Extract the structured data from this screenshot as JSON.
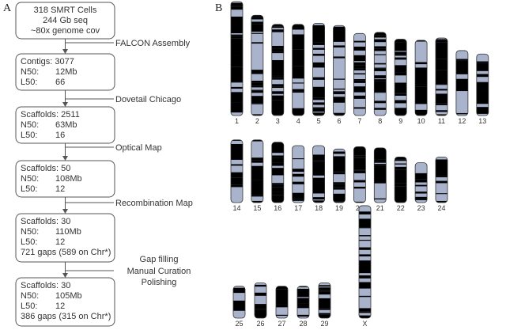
{
  "panels": {
    "a_letter": "A",
    "b_letter": "B"
  },
  "pipeline": {
    "boxes": [
      {
        "lines": [
          {
            "label": "318 SMRT Cells",
            "value": ""
          },
          {
            "label": "244 Gb seq",
            "value": ""
          },
          {
            "label": "~80x genome cov",
            "value": ""
          }
        ],
        "centered": true
      },
      {
        "lines": [
          {
            "label": "Contigs: 3077",
            "value": ""
          },
          {
            "label": "N50:",
            "value": "12Mb"
          },
          {
            "label": "L50:",
            "value": "66"
          }
        ],
        "centered": false
      },
      {
        "lines": [
          {
            "label": "Scaffolds: 2511",
            "value": ""
          },
          {
            "label": "N50:",
            "value": "63Mb"
          },
          {
            "label": "L50:",
            "value": "16"
          }
        ],
        "centered": false
      },
      {
        "lines": [
          {
            "label": "Scaffolds: 50",
            "value": ""
          },
          {
            "label": "N50:",
            "value": "108Mb"
          },
          {
            "label": "L50:",
            "value": "12"
          }
        ],
        "centered": false
      },
      {
        "lines": [
          {
            "label": "Scaffolds: 30",
            "value": ""
          },
          {
            "label": "N50:",
            "value": "110Mb"
          },
          {
            "label": "L50:",
            "value": "12"
          },
          {
            "label": "721 gaps (589 on Chr*)",
            "value": ""
          }
        ],
        "centered": false
      },
      {
        "lines": [
          {
            "label": "Scaffolds: 30",
            "value": ""
          },
          {
            "label": "N50:",
            "value": "105Mb"
          },
          {
            "label": "L50:",
            "value": "12"
          },
          {
            "label": "386 gaps (315 on Chr*)",
            "value": ""
          }
        ],
        "centered": false
      }
    ],
    "steps": [
      {
        "lines": [
          "FALCON Assembly"
        ]
      },
      {
        "lines": [
          "Dovetail Chicago"
        ]
      },
      {
        "lines": [
          "Optical Map"
        ]
      },
      {
        "lines": [
          "Recombination Map"
        ]
      },
      {
        "lines": [
          "Gap filling",
          "Manual Curation",
          "Polishing"
        ]
      }
    ]
  },
  "karyotype": {
    "colors": {
      "light": "#a9b4cc",
      "dark": "#000000",
      "outline": "#333333"
    },
    "chromosomes": [
      {
        "label": "1",
        "size": 1.0
      },
      {
        "label": "2",
        "size": 0.88
      },
      {
        "label": "3",
        "size": 0.8
      },
      {
        "label": "4",
        "size": 0.8
      },
      {
        "label": "5",
        "size": 0.81
      },
      {
        "label": "6",
        "size": 0.79
      },
      {
        "label": "7",
        "size": 0.72
      },
      {
        "label": "8",
        "size": 0.73
      },
      {
        "label": "9",
        "size": 0.67
      },
      {
        "label": "10",
        "size": 0.66
      },
      {
        "label": "11",
        "size": 0.68
      },
      {
        "label": "12",
        "size": 0.57
      },
      {
        "label": "13",
        "size": 0.54
      },
      {
        "label": "14",
        "size": 0.55
      },
      {
        "label": "15",
        "size": 0.55
      },
      {
        "label": "16",
        "size": 0.53
      },
      {
        "label": "17",
        "size": 0.5
      },
      {
        "label": "18",
        "size": 0.5
      },
      {
        "label": "19",
        "size": 0.47
      },
      {
        "label": "20",
        "size": 0.49
      },
      {
        "label": "21",
        "size": 0.48
      },
      {
        "label": "22",
        "size": 0.4
      },
      {
        "label": "23",
        "size": 0.35
      },
      {
        "label": "24",
        "size": 0.4
      },
      {
        "label": "25",
        "size": 0.28
      },
      {
        "label": "26",
        "size": 0.31
      },
      {
        "label": "27",
        "size": 0.28
      },
      {
        "label": "28",
        "size": 0.28
      },
      {
        "label": "29",
        "size": 0.31
      },
      {
        "label": "X",
        "size": 1.06
      }
    ]
  }
}
